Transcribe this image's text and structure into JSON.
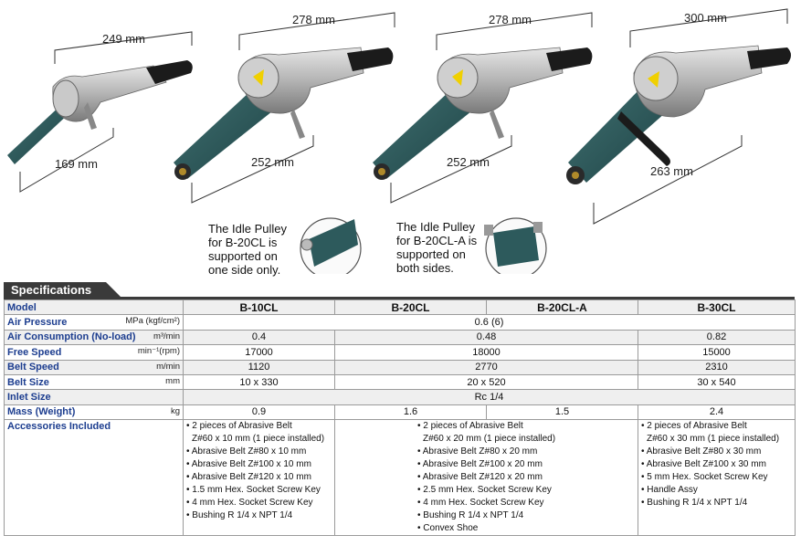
{
  "dimensions": {
    "t1_width": "249 mm",
    "t1_length": "169 mm",
    "t2_width": "278 mm",
    "t2_length": "252 mm",
    "t3_width": "278 mm",
    "t3_length": "252 mm",
    "t4_width": "300 mm",
    "t4_length": "263 mm"
  },
  "notes": {
    "b20cl": [
      "The Idle Pulley",
      "for B-20CL is",
      "supported on",
      "one side only."
    ],
    "b20cla": [
      "The Idle Pulley",
      "for B-20CL-A is",
      "supported on",
      "both sides."
    ]
  },
  "spec": {
    "title": "Specifications",
    "models": [
      "B-10CL",
      "B-20CL",
      "B-20CL-A",
      "B-30CL"
    ],
    "rows": {
      "model": {
        "label": "Model"
      },
      "air_pressure": {
        "label": "Air Pressure",
        "unit": "MPa (kgf/cm²)",
        "value": "0.6 (6)"
      },
      "air_consumption": {
        "label": "Air Consumption (No-load)",
        "unit": "m³/min",
        "v1": "0.4",
        "v2": "0.48",
        "v4": "0.82"
      },
      "free_speed": {
        "label": "Free Speed",
        "unit": "min⁻¹(rpm)",
        "v1": "17000",
        "v2": "18000",
        "v4": "15000"
      },
      "belt_speed": {
        "label": "Belt Speed",
        "unit": "m/min",
        "v1": "1120",
        "v2": "2770",
        "v4": "2310"
      },
      "belt_size": {
        "label": "Belt Size",
        "unit": "mm",
        "v1": "10 x 330",
        "v2": "20 x 520",
        "v4": "30 x 540"
      },
      "inlet_size": {
        "label": "Inlet Size",
        "value": "Rc 1/4"
      },
      "mass": {
        "label": "Mass (Weight)",
        "unit": "kg",
        "v1": "0.9",
        "v2": "1.6",
        "v3": "1.5",
        "v4": "2.4"
      },
      "accessories": {
        "label": "Accessories Included",
        "b10": [
          "• 2 pieces of Abrasive Belt",
          "  Z#60 x 10 mm (1 piece installed)",
          "• Abrasive Belt Z#80 x 10 mm",
          "• Abrasive Belt Z#100 x 10 mm",
          "• Abrasive Belt Z#120 x 10 mm",
          "• 1.5 mm Hex. Socket Screw Key",
          "• 4 mm Hex. Socket Screw Key",
          "• Bushing R 1/4 x NPT 1/4"
        ],
        "b20": [
          "• 2 pieces of Abrasive Belt",
          "  Z#60 x 20 mm (1 piece installed)",
          "• Abrasive Belt Z#80 x 20 mm",
          "• Abrasive Belt Z#100 x 20 mm",
          "• Abrasive Belt Z#120 x 20 mm",
          "• 2.5 mm Hex. Socket Screw Key",
          "• 4 mm Hex. Socket Screw Key",
          "• Bushing R 1/4 x NPT 1/4",
          "• Convex Shoe"
        ],
        "b30": [
          "• 2 pieces of Abrasive Belt",
          "  Z#60 x 30 mm (1 piece installed)",
          "• Abrasive Belt Z#80 x 30 mm",
          "• Abrasive Belt Z#100 x 30 mm",
          "• 5 mm Hex. Socket Screw Key",
          "• Handle Assy",
          "• Bushing R 1/4 x NPT 1/4"
        ]
      }
    }
  }
}
